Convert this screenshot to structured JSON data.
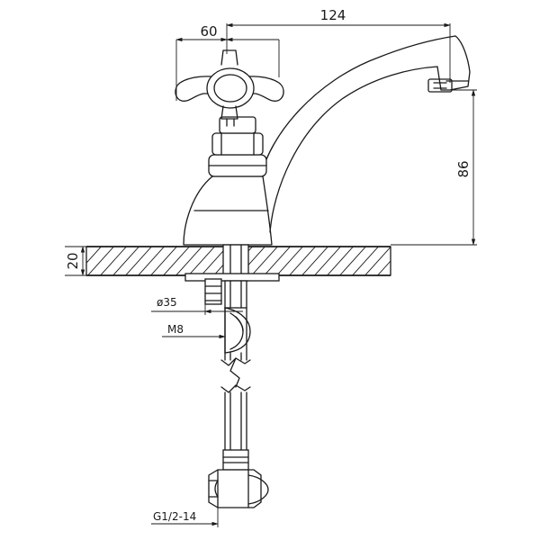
{
  "drawing": {
    "dimensions": {
      "handle_width": "60",
      "spout_reach": "124",
      "height": "86",
      "deck_thickness": "20",
      "diameter": "ø35",
      "stud_thread": "M8",
      "hose_thread": "G1/2-14"
    },
    "line_color": "#1a1a1a",
    "background_color": "#ffffff"
  }
}
